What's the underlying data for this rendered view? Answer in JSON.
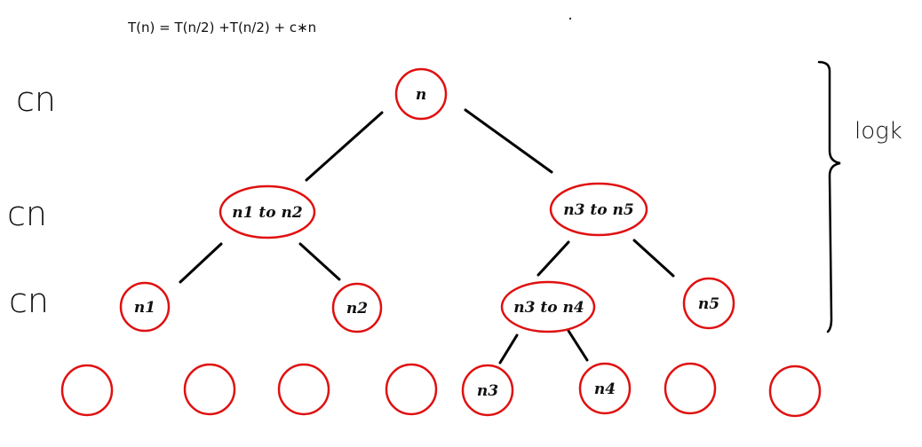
{
  "formula": "T(n) = T(n/2) +T(n/2) + c∗n",
  "level_costs": [
    "cn",
    "cn",
    "cn"
  ],
  "height_label": "logk",
  "colors": {
    "node_stroke": "#e01010",
    "edge": "#000000",
    "text": "#111111"
  },
  "nodes": {
    "root": "n",
    "left": "n1 to n2",
    "right": "n3 to n5",
    "ll": "n1",
    "lr": "n2",
    "rl": "n3 to n4",
    "rr": "n5",
    "rll": "n3",
    "rlr": "n4"
  }
}
